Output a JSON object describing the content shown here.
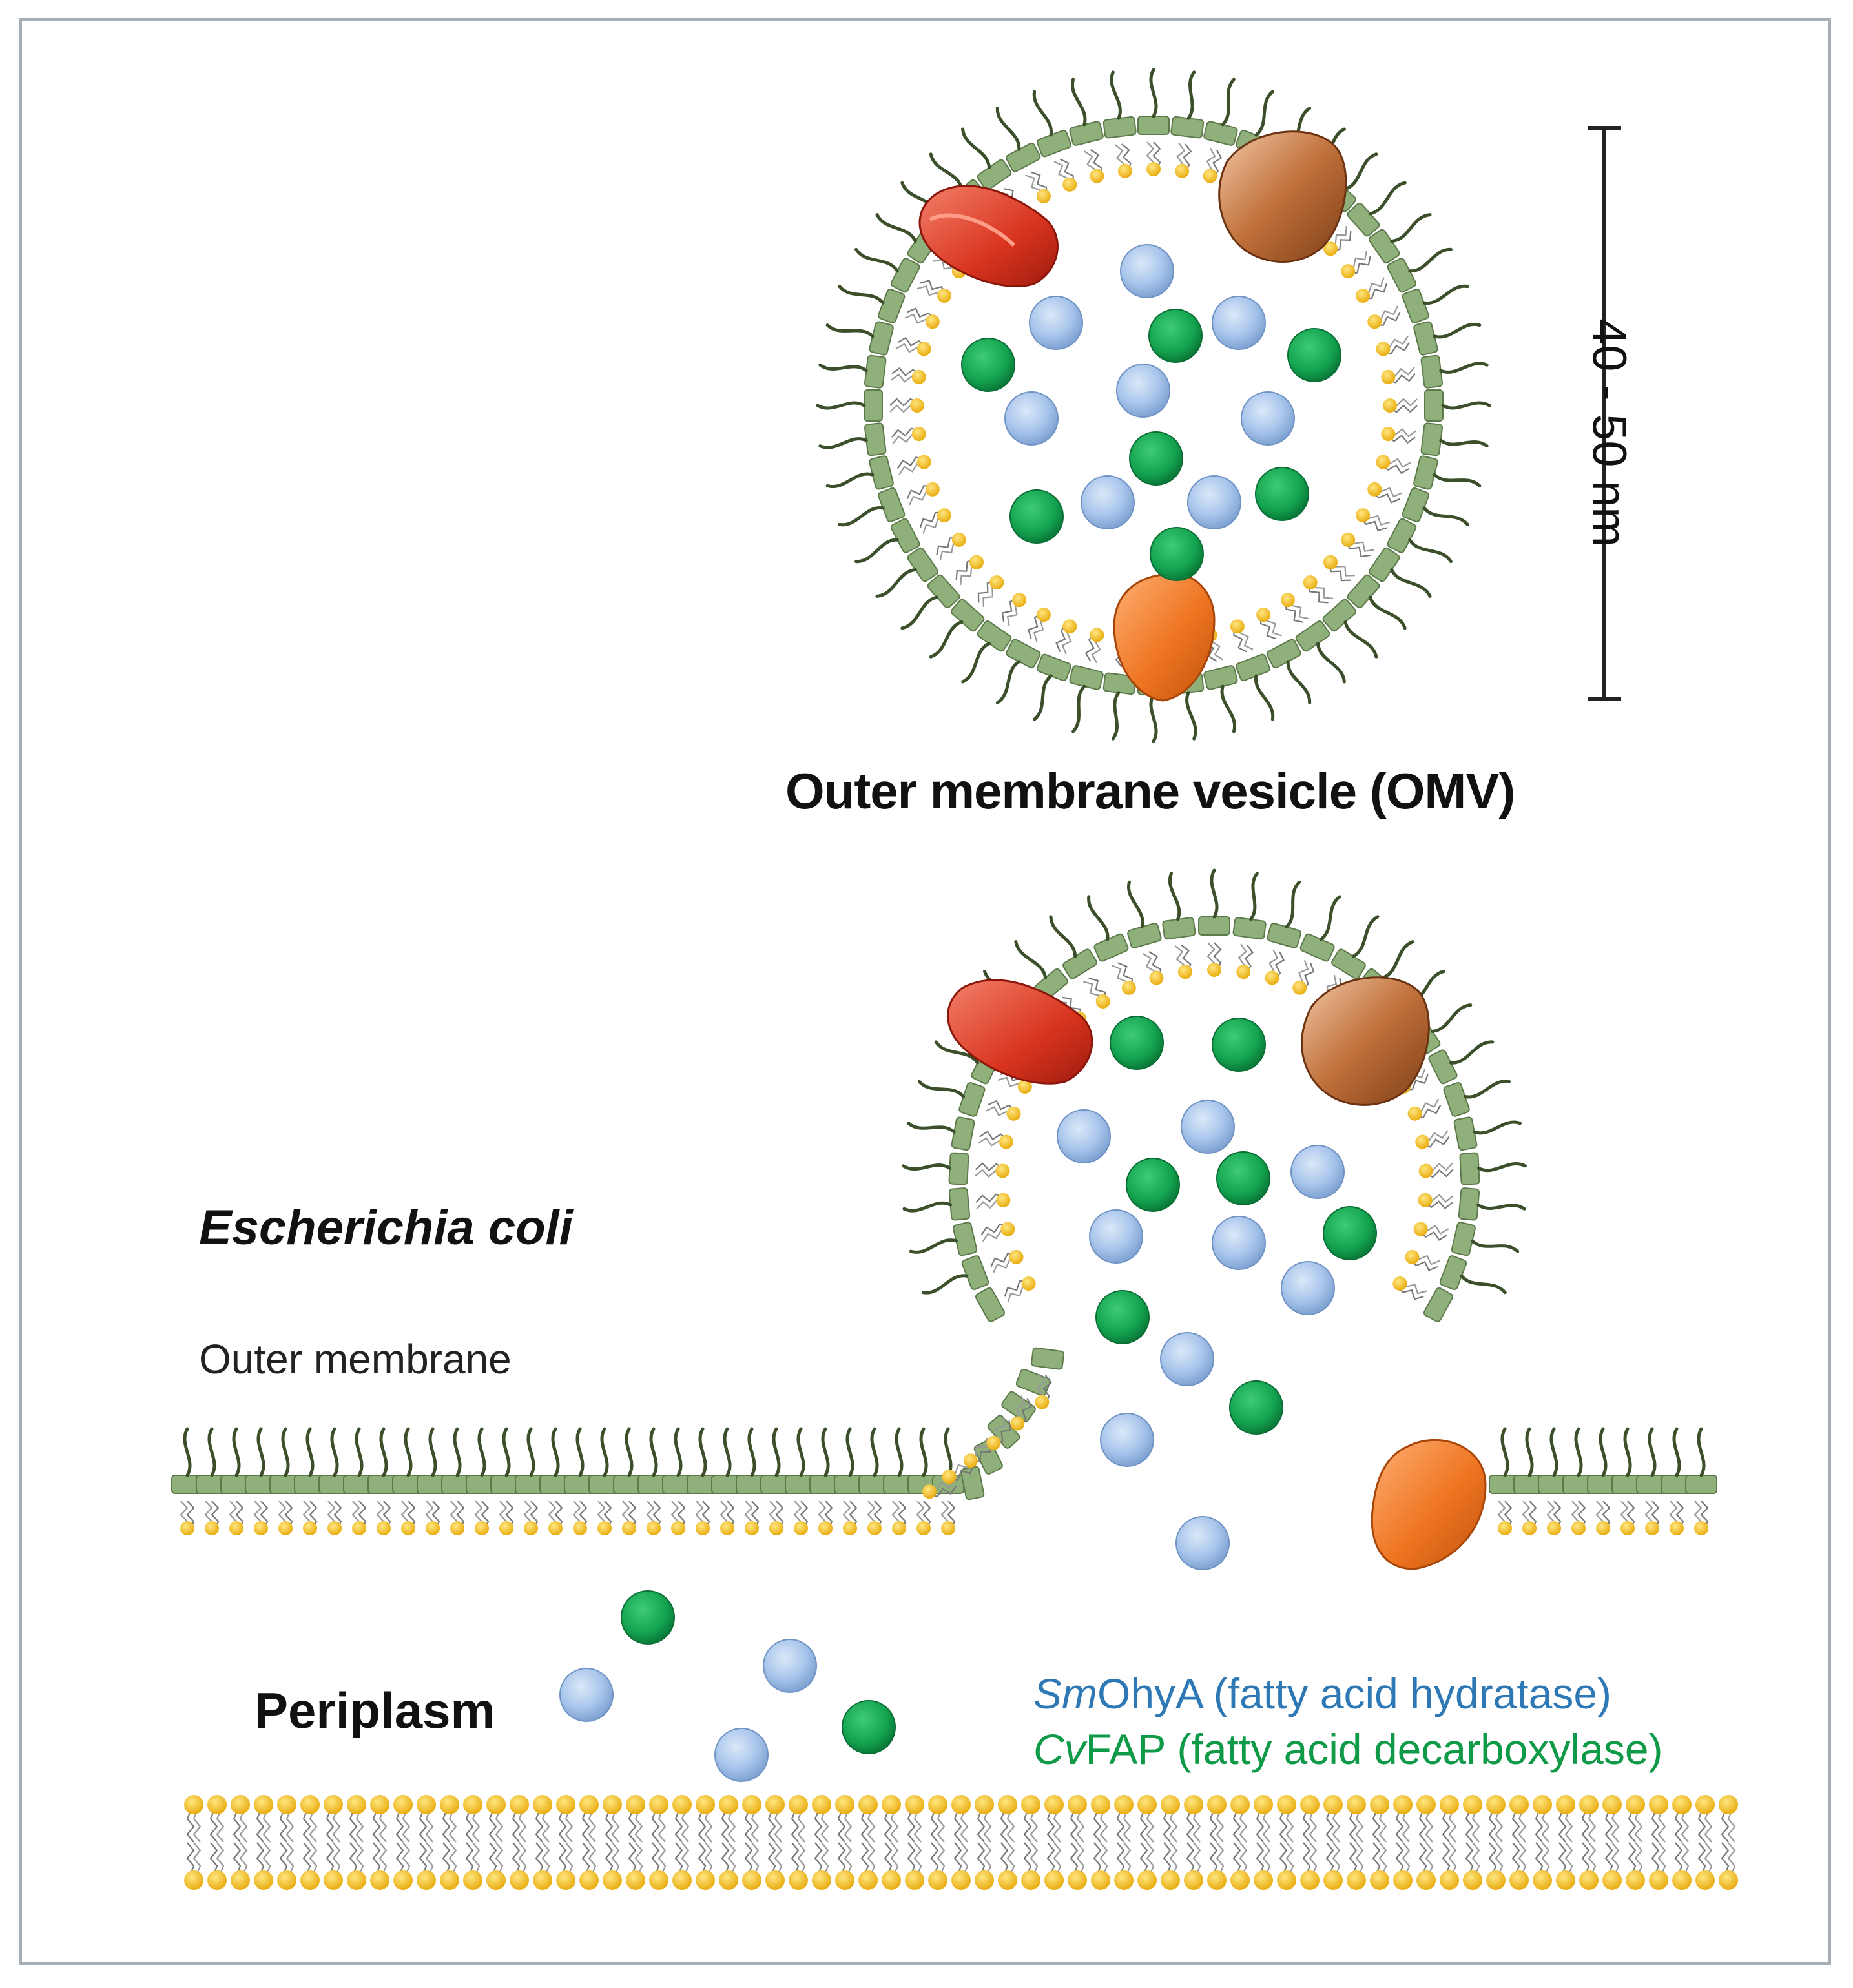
{
  "labels": {
    "omv": "Outer membrane vesicle (OMV)",
    "scale": "40 - 50 nm",
    "organism": "Escherichia coli",
    "outer_membrane": "Outer membrane",
    "periplasm": "Periplasm"
  },
  "legend": [
    {
      "italic": "Sm",
      "text": "OhyA (fatty acid hydratase)",
      "color": "#2e79b5",
      "icon": "blue-protein-circle"
    },
    {
      "italic": "Cv",
      "text": "FAP (fatty acid decarboxylase)",
      "color": "#0f9a48",
      "icon": "green-protein-circle"
    }
  ],
  "colors": {
    "hydratase_fill": "#a9c6ec",
    "decarboxylase_fill": "#13a24f",
    "lipid_head": "#f4c22c",
    "lps_block": "#8fb07a",
    "lps_tail": "#3a4f2a",
    "frame": "#a7aeb5"
  }
}
